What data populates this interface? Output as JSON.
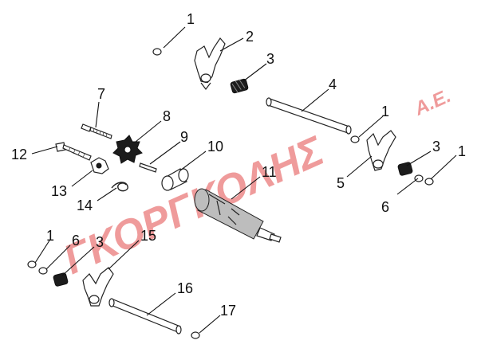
{
  "watermark": {
    "text": "ΓΚΟΡΓΚΟΛΗΣ",
    "suffix": "A.E.",
    "color": "#e24a4a"
  },
  "callouts": [
    {
      "id": "c1a",
      "label": "1"
    },
    {
      "id": "c2",
      "label": "2"
    },
    {
      "id": "c3a",
      "label": "3"
    },
    {
      "id": "c4",
      "label": "4"
    },
    {
      "id": "c7",
      "label": "7"
    },
    {
      "id": "c8",
      "label": "8"
    },
    {
      "id": "c9",
      "label": "9"
    },
    {
      "id": "c10",
      "label": "10"
    },
    {
      "id": "c1b",
      "label": "1"
    },
    {
      "id": "c12",
      "label": "12"
    },
    {
      "id": "c3b",
      "label": "3"
    },
    {
      "id": "c1c",
      "label": "1"
    },
    {
      "id": "c5",
      "label": "5"
    },
    {
      "id": "c11",
      "label": "11"
    },
    {
      "id": "c13",
      "label": "13"
    },
    {
      "id": "c14",
      "label": "14"
    },
    {
      "id": "c6a",
      "label": "6"
    },
    {
      "id": "c1d",
      "label": "1"
    },
    {
      "id": "c6b",
      "label": "6"
    },
    {
      "id": "c3c",
      "label": "3"
    },
    {
      "id": "c15",
      "label": "15"
    },
    {
      "id": "c16",
      "label": "16"
    },
    {
      "id": "c17",
      "label": "17"
    }
  ]
}
